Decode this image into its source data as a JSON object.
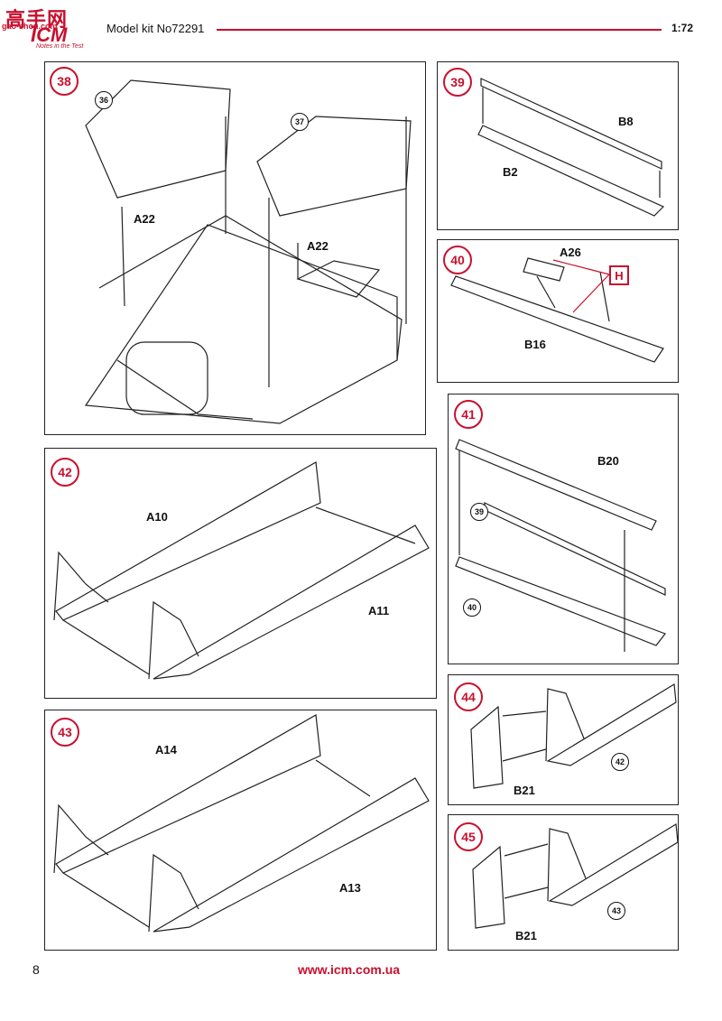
{
  "header": {
    "logo_cn": "高手网",
    "logo_url": "gao-shou.com",
    "logo_icm": "ICM",
    "logo_tagline": "Notes in the Test",
    "kit_label": "Model kit No72291",
    "scale": "1:72"
  },
  "steps": {
    "s38": {
      "num": "38",
      "refs": [
        "36",
        "37"
      ],
      "parts": [
        "A22",
        "A22"
      ]
    },
    "s39": {
      "num": "39",
      "parts": [
        "B8",
        "B2"
      ]
    },
    "s40": {
      "num": "40",
      "parts": [
        "A26",
        "B16"
      ],
      "color_code": "H"
    },
    "s41": {
      "num": "41",
      "parts": [
        "B20"
      ],
      "refs": [
        "39",
        "40"
      ]
    },
    "s42": {
      "num": "42",
      "parts": [
        "A10",
        "A11"
      ]
    },
    "s43": {
      "num": "43",
      "parts": [
        "A14",
        "A13"
      ]
    },
    "s44": {
      "num": "44",
      "parts": [
        "B21"
      ],
      "refs": [
        "42"
      ]
    },
    "s45": {
      "num": "45",
      "parts": [
        "B21"
      ],
      "refs": [
        "43"
      ]
    }
  },
  "footer": {
    "page": "8",
    "site": "www.icm.com.ua"
  },
  "colors": {
    "accent": "#c8102e",
    "line": "#222222"
  }
}
